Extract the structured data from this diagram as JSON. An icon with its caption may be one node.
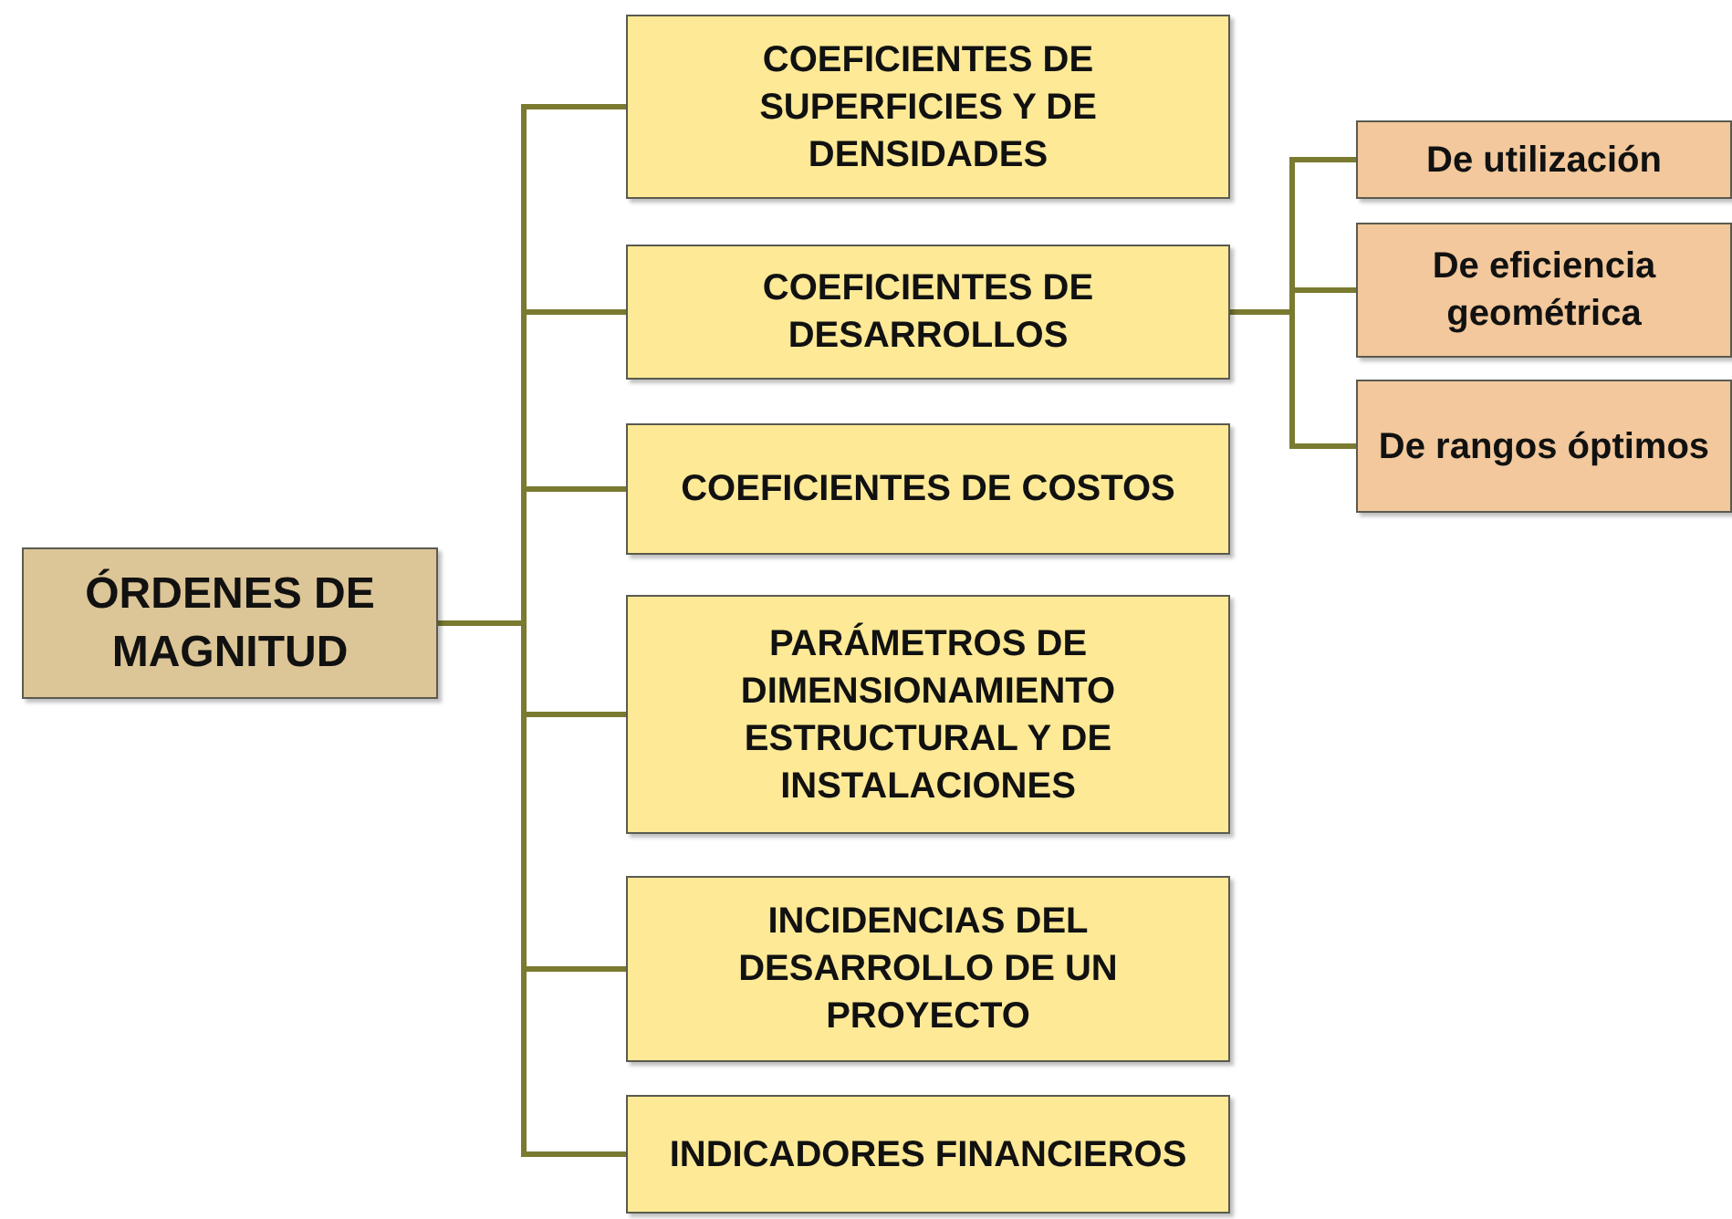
{
  "diagram": {
    "nodes": [
      {
        "text": [
          "ÓRDENES DE MAGNITUD"
        ]
      },
      {
        "text": [
          "COEFICIENTES DE SUPERFICIES Y DE DENSIDADES"
        ]
      },
      {
        "text": [
          "COEFICIENTES DE DESARROLLOS"
        ]
      },
      {
        "text": [
          "COEFICIENTES DE COSTOS"
        ]
      },
      {
        "text": [
          "PARÁMETROS DE DIMENSIONAMIENTO ESTRUCTURAL Y DE INSTALACIONES"
        ]
      },
      {
        "text": [
          "INCIDENCIAS DEL DESARROLLO DE UN PROYECTO"
        ]
      },
      {
        "text": [
          "INDICADORES FINANCIEROS"
        ]
      },
      {
        "text": [
          "De utilización"
        ]
      },
      {
        "text": [
          "De eficiencia geométrica"
        ]
      },
      {
        "text": [
          "De rangos óptimos"
        ]
      }
    ],
    "edges": [
      {
        "from": 0,
        "to": 1,
        "arrow": "none"
      },
      {
        "from": 0,
        "to": 2,
        "arrow": "none"
      },
      {
        "from": 0,
        "to": 3,
        "arrow": "none"
      },
      {
        "from": 0,
        "to": 4,
        "arrow": "none"
      },
      {
        "from": 0,
        "to": 5,
        "arrow": "none"
      },
      {
        "from": 0,
        "to": 6,
        "arrow": "none"
      },
      {
        "from": 2,
        "to": 7,
        "arrow": "none"
      },
      {
        "from": 2,
        "to": 8,
        "arrow": "none"
      },
      {
        "from": 2,
        "to": 9,
        "arrow": "none"
      }
    ]
  }
}
